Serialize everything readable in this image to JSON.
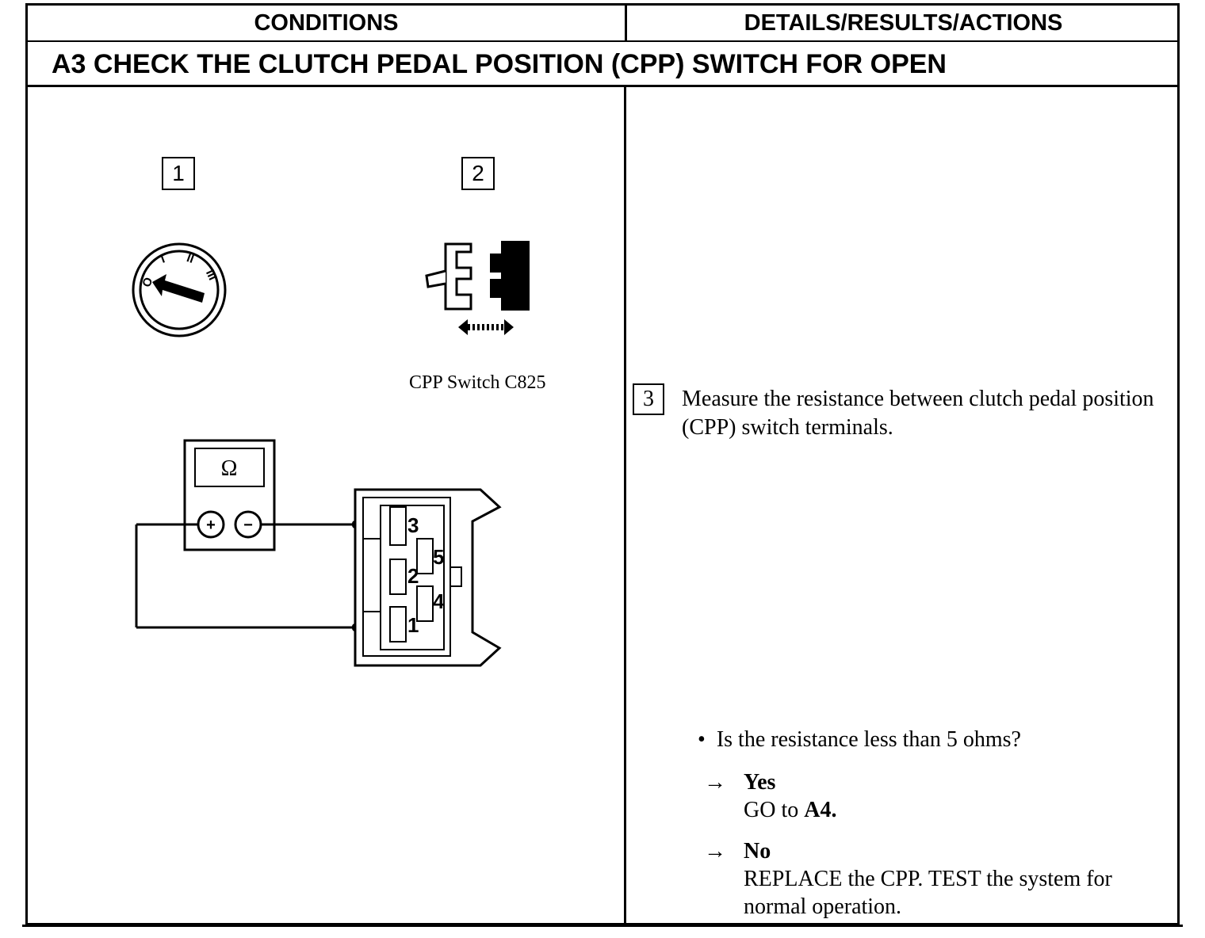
{
  "header": {
    "conditions": "CONDITIONS",
    "details": "DETAILS/RESULTS/ACTIONS"
  },
  "step": {
    "title": "A3  CHECK THE CLUTCH PEDAL  POSITION (CPP) SWITCH FOR OPEN"
  },
  "figures": {
    "step1_number": "1",
    "step2_number": "2",
    "ignition_positions": [
      "O",
      "I",
      "II",
      "III"
    ],
    "connector_caption": "CPP Switch C825",
    "meter_symbol": "Ω",
    "meter_plus": "+",
    "meter_minus": "−",
    "pin_labels": [
      "3",
      "5",
      "2",
      "4",
      "1"
    ]
  },
  "details": {
    "step3_number": "3",
    "instruction": "Measure the resistance between clutch pedal position (CPP) switch terminals.",
    "question": "Is the resistance less than 5 ohms?",
    "answers": [
      {
        "arrow": "→",
        "label": "Yes",
        "action_text": "GO to ",
        "action_bold": "A4."
      },
      {
        "arrow": "→",
        "label": "No",
        "action_text": "REPLACE the CPP. TEST the system for normal operation.",
        "action_bold": ""
      }
    ]
  },
  "icons": [
    "ignition-switch-icon",
    "connector-disconnect-icon",
    "ohmmeter-icon",
    "cpp-switch-connector-icon"
  ]
}
